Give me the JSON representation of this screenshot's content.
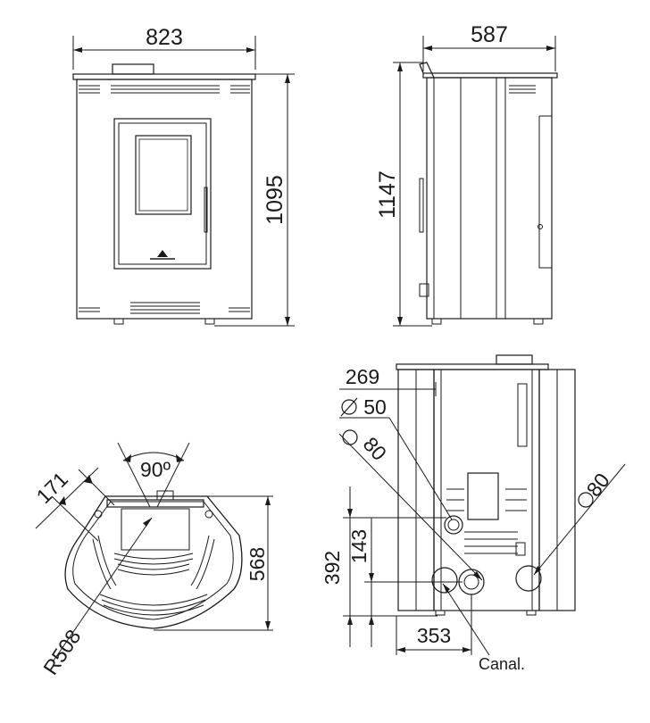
{
  "views": {
    "front": {
      "width_label": "823",
      "height_label": "1095"
    },
    "side": {
      "depth_label": "587",
      "height_label": "1147"
    },
    "top": {
      "angle_label": "90º",
      "edge_label": "171",
      "depth_label": "568",
      "radius_label": "R508"
    },
    "rear": {
      "offset_label": "269",
      "air_inlet_diameter_label": "50",
      "flue_diameter_left_label": "80",
      "flue_diameter_right_label": "80",
      "flue_height_label": "143",
      "outlet_height_label": "392",
      "flue_offset_label": "353",
      "canal_label": "Canal."
    }
  },
  "colors": {
    "line": "#1a1a1a",
    "background": "#ffffff"
  }
}
